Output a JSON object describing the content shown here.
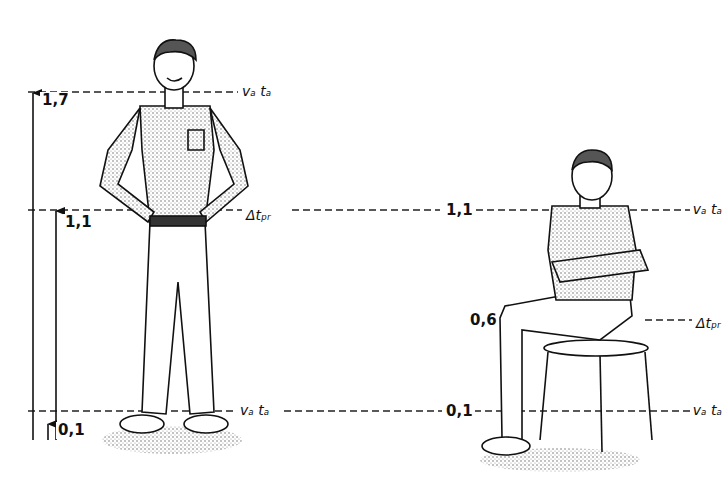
{
  "diagram": {
    "labels": [
      "1,7",
      "1,1",
      "0,1",
      "vₐ tₐ",
      "Δtₚᵣ",
      "1,1",
      "vₐ tₐ",
      "0,6",
      "Δtₚᵣ",
      "vₐ tₐ",
      "0,1",
      "vₐ tₐ"
    ]
  }
}
